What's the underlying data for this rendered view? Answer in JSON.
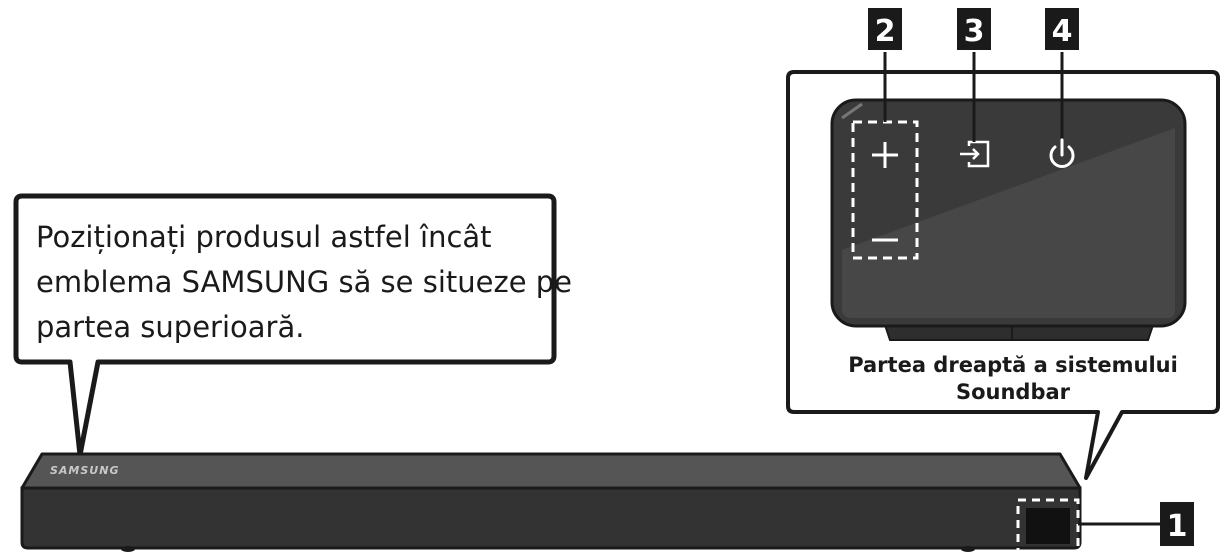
{
  "callout": {
    "lines": [
      "Poziționați produsul astfel încât",
      "emblema SAMSUNG să se situeze pe",
      "partea superioară."
    ]
  },
  "inset": {
    "caption_lines": [
      "Partea dreaptă a sistemului",
      "Soundbar"
    ]
  },
  "soundbar": {
    "logo": "SAMSUNG"
  },
  "badges": {
    "b1": "1",
    "b2": "2",
    "b3": "3",
    "b4": "4"
  },
  "controls": {
    "volume_up": {
      "icon": "plus-icon"
    },
    "volume_down": {
      "icon": "minus-icon"
    },
    "source": {
      "icon": "source-input-icon"
    },
    "power": {
      "icon": "power-icon"
    }
  },
  "colors": {
    "badge": "#1a1a1a",
    "panel": "#3a3a3a",
    "bar_body": "#333333",
    "bar_top": "#555555"
  }
}
